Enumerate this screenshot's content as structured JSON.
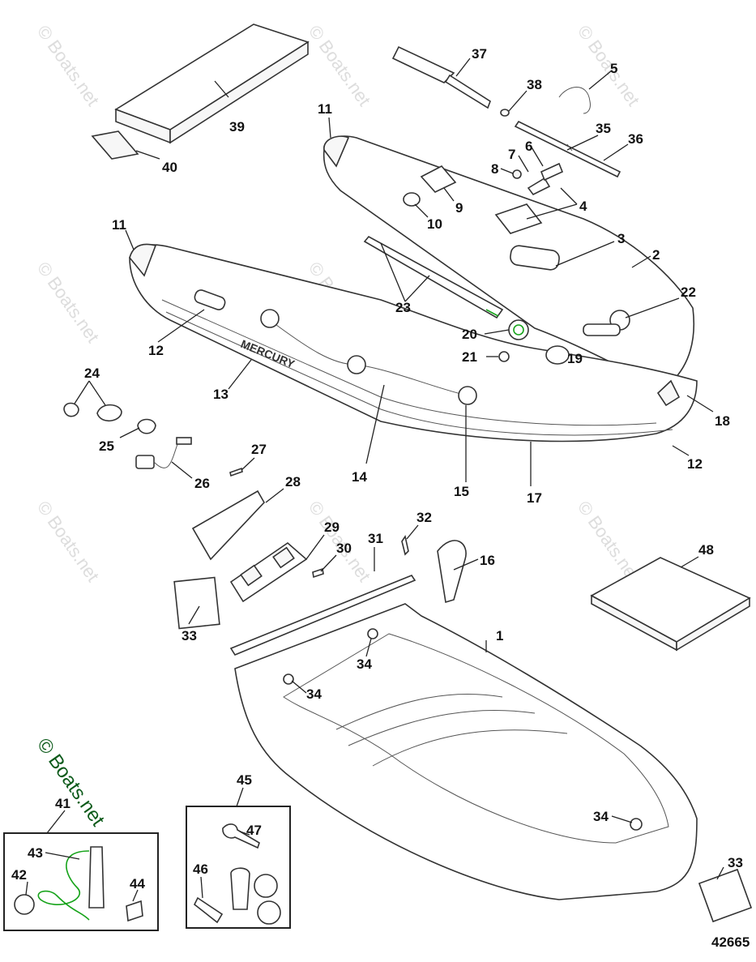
{
  "watermark": "© Boats.net",
  "document_number": "42665",
  "callouts": [
    "1",
    "2",
    "3",
    "4",
    "5",
    "6",
    "7",
    "8",
    "9",
    "10",
    "11",
    "12",
    "13",
    "14",
    "15",
    "16",
    "17",
    "18",
    "19",
    "20",
    "21",
    "22",
    "23",
    "24",
    "25",
    "26",
    "27",
    "28",
    "29",
    "30",
    "31",
    "32",
    "33",
    "34",
    "35",
    "36",
    "37",
    "38",
    "39",
    "40",
    "41",
    "42",
    "43",
    "44",
    "45",
    "46",
    "47",
    "48"
  ],
  "brand_decal": "MERCURY",
  "colors": {
    "line": "#222222",
    "accent_green": "#16a31a",
    "watermark_green": "#0c5a1a",
    "watermark_gray": "#dddddd"
  }
}
